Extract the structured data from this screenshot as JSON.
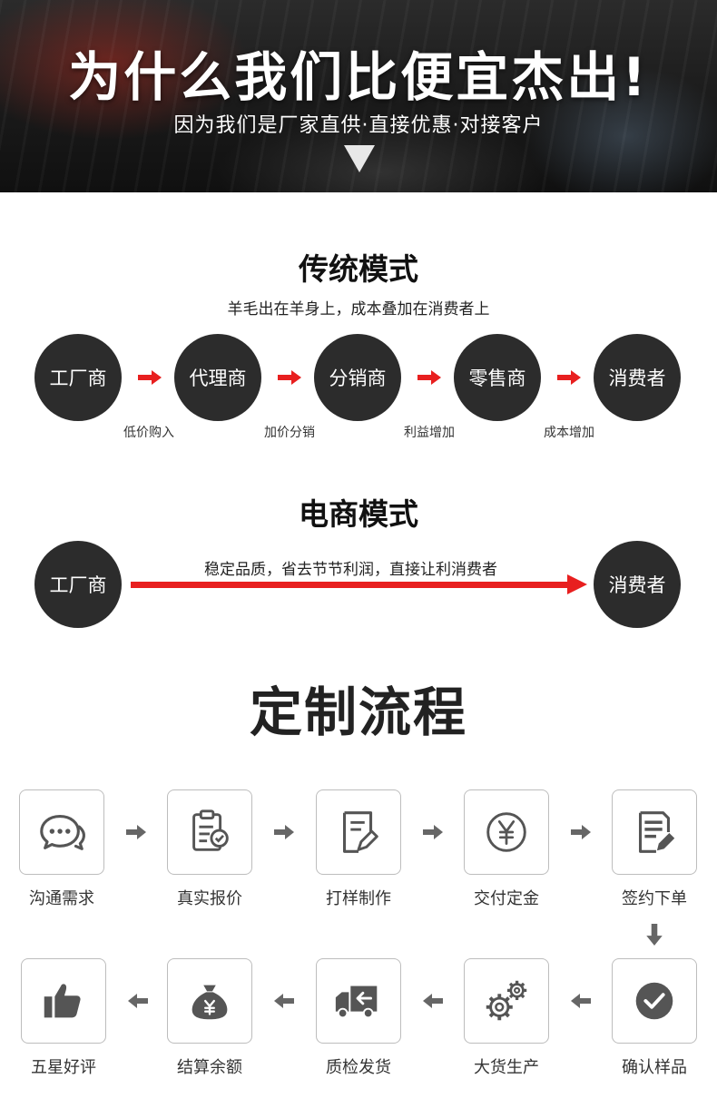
{
  "hero": {
    "title": "为什么我们比便宜杰出!",
    "subtitle": "因为我们是厂家直供·直接优惠·对接客户"
  },
  "traditional": {
    "title": "传统模式",
    "subtitle": "羊毛出在羊身上，成本叠加在消费者上",
    "nodes": [
      "工厂商",
      "代理商",
      "分销商",
      "零售商",
      "消费者"
    ],
    "notes": [
      "低价购入",
      "加价分销",
      "利益增加",
      "成本增加"
    ],
    "arrow_color": "#e81f1f"
  },
  "ecommerce": {
    "title": "电商模式",
    "from": "工厂商",
    "to": "消费者",
    "line_label": "稳定品质，省去节节利润，直接让利消费者",
    "line_color": "#e81f1f"
  },
  "process": {
    "title": "定制流程",
    "steps": [
      {
        "label": "沟通需求",
        "icon": "chat-bubbles-icon"
      },
      {
        "label": "真实报价",
        "icon": "clipboard-check-icon"
      },
      {
        "label": "打样制作",
        "icon": "sample-edit-icon"
      },
      {
        "label": "交付定金",
        "icon": "yen-coin-icon"
      },
      {
        "label": "签约下单",
        "icon": "contract-pen-icon"
      },
      {
        "label": "确认样品",
        "icon": "check-circle-icon"
      },
      {
        "label": "大货生产",
        "icon": "gears-icon"
      },
      {
        "label": "质检发货",
        "icon": "delivery-truck-icon"
      },
      {
        "label": "结算余额",
        "icon": "money-bag-icon"
      },
      {
        "label": "五星好评",
        "icon": "thumbs-up-icon"
      }
    ],
    "accent_color": "#555555"
  }
}
